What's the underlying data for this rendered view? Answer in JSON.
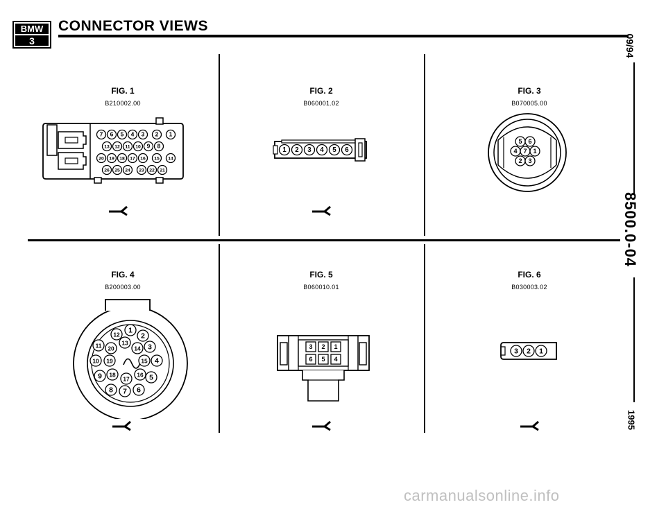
{
  "header": {
    "logo_top": "BMW",
    "logo_bottom": "3",
    "title": "CONNECTOR VIEWS"
  },
  "side_labels": {
    "date": "09/94",
    "page": "8500.0-04",
    "year": "1995"
  },
  "figures": [
    {
      "label": "FIG. 1",
      "code": "B210002.00",
      "pins": [
        "7",
        "6",
        "5",
        "4",
        "3",
        "2",
        "1",
        "13",
        "12",
        "11",
        "10",
        "9",
        "8",
        "20",
        "19",
        "18",
        "17",
        "16",
        "15",
        "14",
        "26",
        "25",
        "24",
        "23",
        "22",
        "21"
      ]
    },
    {
      "label": "FIG. 2",
      "code": "B060001.02",
      "pins": [
        "1",
        "2",
        "3",
        "4",
        "5",
        "6"
      ]
    },
    {
      "label": "FIG. 3",
      "code": "B070005.00",
      "pins": [
        "5",
        "6",
        "4",
        "7",
        "1",
        "2",
        "3"
      ]
    },
    {
      "label": "FIG. 4",
      "code": "B200003.00",
      "pins": [
        "1",
        "12",
        "2",
        "11",
        "20",
        "13",
        "14",
        "3",
        "10",
        "19",
        "15",
        "4",
        "9",
        "18",
        "16",
        "5",
        "17",
        "8",
        "7",
        "6"
      ]
    },
    {
      "label": "FIG. 5",
      "code": "B060010.01",
      "pins": [
        "3",
        "2",
        "1",
        "6",
        "5",
        "4"
      ]
    },
    {
      "label": "FIG. 6",
      "code": "B030003.02",
      "pins": [
        "3",
        "2",
        "1"
      ]
    }
  ],
  "footer": {
    "watermark": "carmanualsonline.info"
  }
}
